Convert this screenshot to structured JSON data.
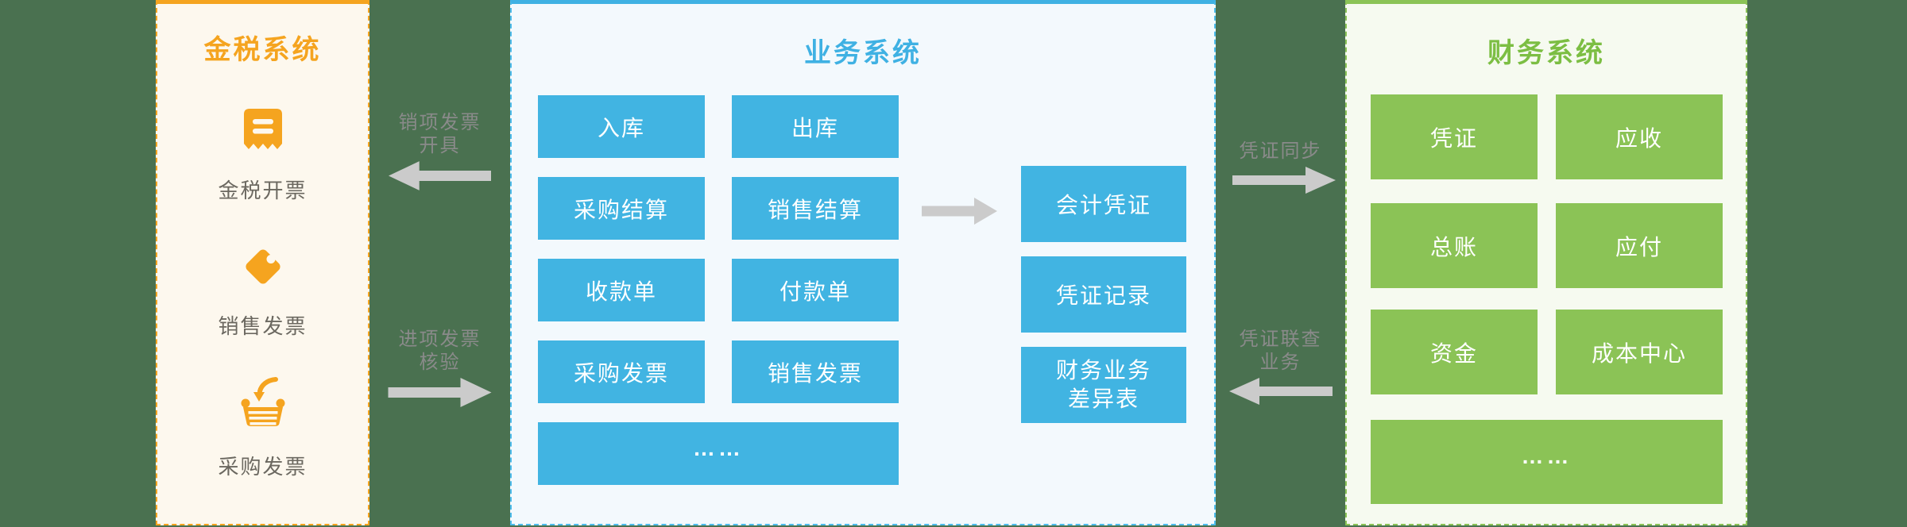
{
  "page": {
    "background_color": "#4A7150",
    "arrow_color": "#CBCBCB",
    "connector_label_color": "#8A8A8A"
  },
  "panels": {
    "tax": {
      "title": "金税系统",
      "accent_color": "#F5A41F",
      "items": [
        {
          "icon": "receipt-icon",
          "label": "金税开票"
        },
        {
          "icon": "tag-icon",
          "label": "销售发票"
        },
        {
          "icon": "basket-icon",
          "label": "采购发票"
        }
      ]
    },
    "business": {
      "title": "业务系统",
      "accent_color": "#3FB1E3",
      "grid_boxes": [
        "入库",
        "出库",
        "采购结算",
        "销售结算",
        "收款单",
        "付款单",
        "采购发票",
        "销售发票"
      ],
      "more_box": "……",
      "flow_boxes": [
        "会计凭证",
        "凭证记录",
        "财务业务\n差异表"
      ]
    },
    "finance": {
      "title": "财务系统",
      "accent_color": "#8BC356",
      "grid_boxes": [
        "凭证",
        "应收",
        "总账",
        "应付",
        "资金",
        "成本中心"
      ],
      "more_box": "……"
    }
  },
  "connectors": {
    "tax_top": {
      "label": "销项发票\n开具",
      "direction": "left"
    },
    "tax_bottom": {
      "label": "进项发票\n核验",
      "direction": "right"
    },
    "fin_top": {
      "label": "凭证同步",
      "direction": "right"
    },
    "fin_bottom": {
      "label": "凭证联查\n业务",
      "direction": "left"
    }
  }
}
